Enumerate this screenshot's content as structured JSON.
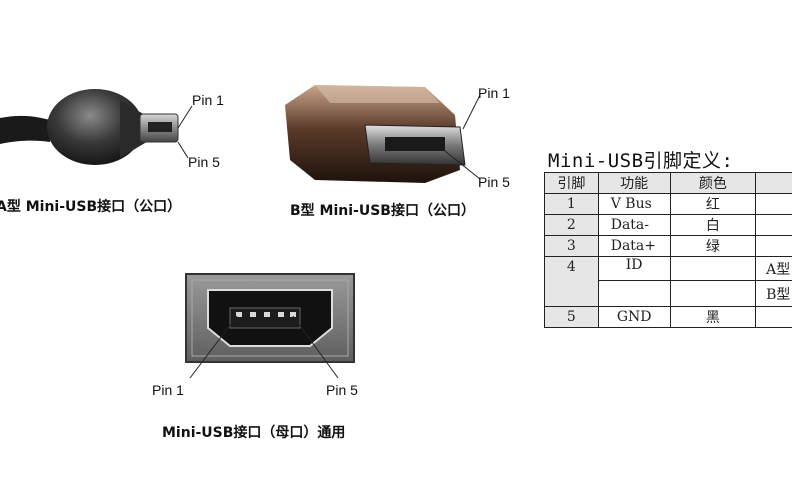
{
  "connector_a": {
    "pin1_label": "Pin 1",
    "pin5_label": "Pin 5",
    "caption": "A型 Mini-USB接口（公口）"
  },
  "connector_b": {
    "pin1_label": "Pin 1",
    "pin5_label": "Pin 5",
    "caption": "B型 Mini-USB接口（公口）"
  },
  "receptacle": {
    "pin1_label": "Pin 1",
    "pin5_label": "Pin 5",
    "caption": "Mini-USB接口（母口）通用"
  },
  "pin_table": {
    "title": "Mini-USB引脚定义:",
    "headers": [
      "引脚",
      "功能",
      "颜色"
    ],
    "rows": [
      {
        "pin": "1",
        "function": "V Bus",
        "color": "红",
        "note": ""
      },
      {
        "pin": "2",
        "function": "Data-",
        "color": "白",
        "note": ""
      },
      {
        "pin": "3",
        "function": "Data+",
        "color": "绿",
        "note": ""
      },
      {
        "pin": "4",
        "function": "ID",
        "color": "",
        "note": "A型",
        "note2": "B型"
      },
      {
        "pin": "5",
        "function": "GND",
        "color": "黑",
        "note": ""
      }
    ]
  }
}
